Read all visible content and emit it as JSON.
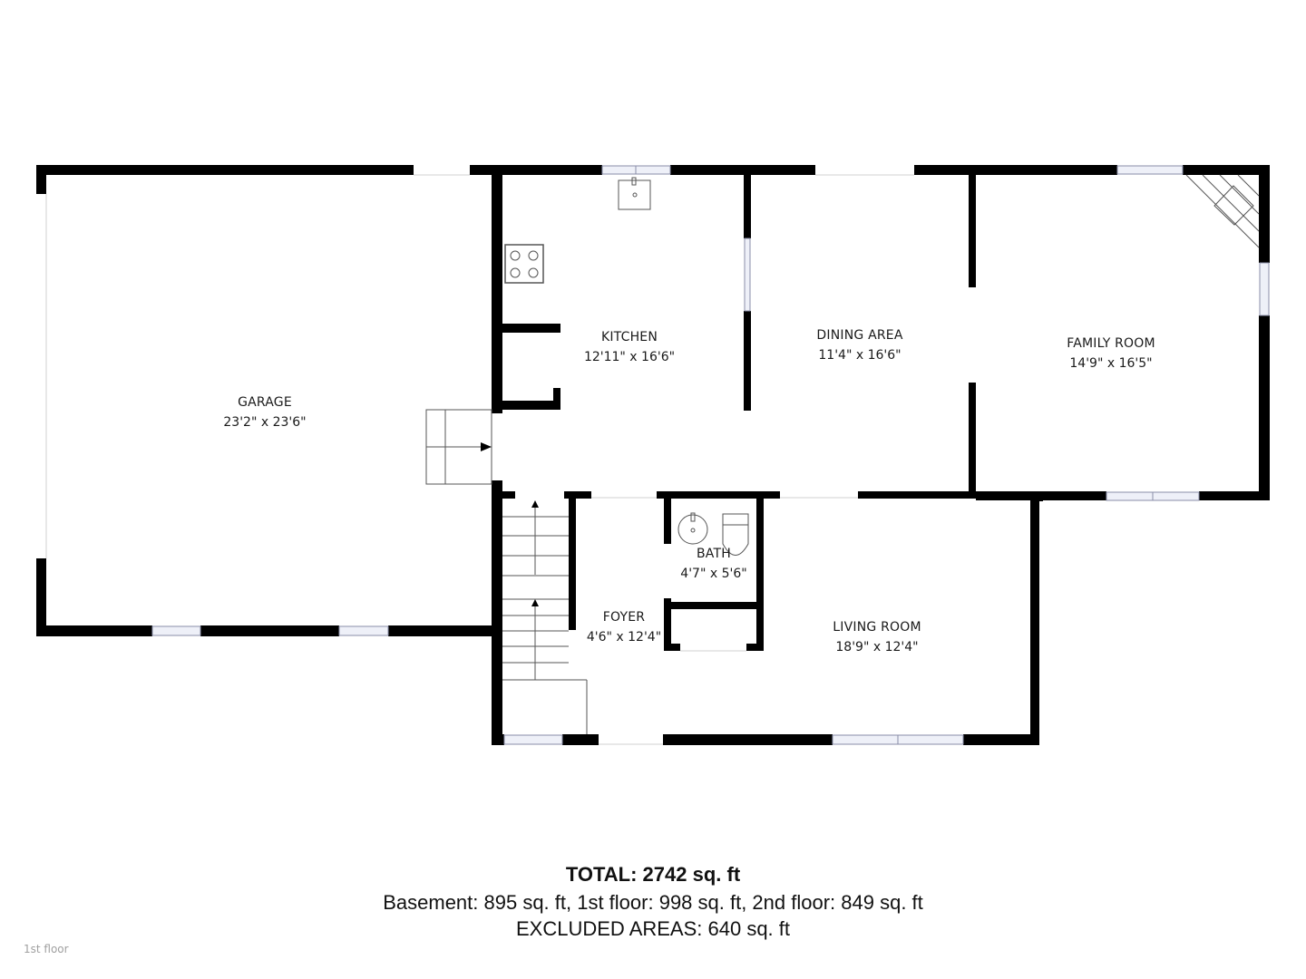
{
  "floor_label": "1st floor",
  "rooms": [
    {
      "name": "GARAGE",
      "dimensions": "23'2\" x 23'6\""
    },
    {
      "name": "KITCHEN",
      "dimensions": "12'11\" x 16'6\""
    },
    {
      "name": "DINING AREA",
      "dimensions": "11'4\" x 16'6\""
    },
    {
      "name": "FAMILY ROOM",
      "dimensions": "14'9\" x 16'5\""
    },
    {
      "name": "FOYER",
      "dimensions": "4'6\" x 12'4\""
    },
    {
      "name": "BATH",
      "dimensions": "4'7\" x 5'6\""
    },
    {
      "name": "LIVING ROOM",
      "dimensions": "18'9\" x 12'4\""
    }
  ],
  "summary": {
    "total": "TOTAL: 2742 sq. ft",
    "breakdown": "Basement: 895 sq. ft, 1st floor: 998 sq. ft, 2nd floor: 849 sq. ft",
    "excluded": "EXCLUDED AREAS: 640 sq. ft"
  },
  "colors": {
    "wall": "#000000",
    "window": "#c8cbe0",
    "background": "#ffffff"
  }
}
